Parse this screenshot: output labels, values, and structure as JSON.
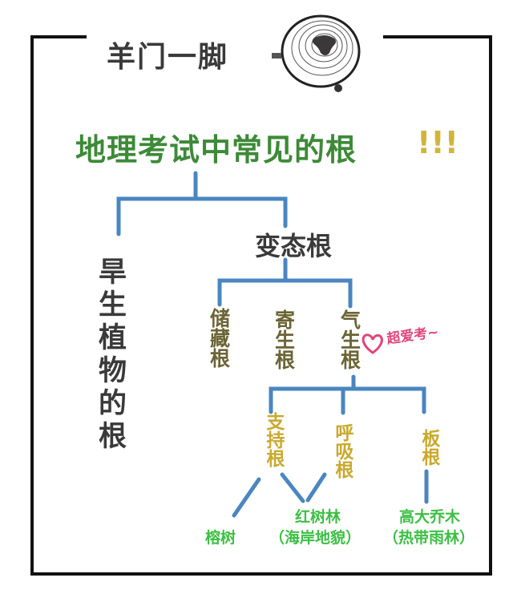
{
  "brand": {
    "name": "羊门一脚",
    "logo_icon": "sheep-tree-ring-logo"
  },
  "title": {
    "text": "地理考试中常见的根",
    "emphasis": "!!!"
  },
  "colors": {
    "lines": "#4a86c0",
    "title": "#3d8a38",
    "level2": "#6b6436",
    "level3": "#c9a92e",
    "leaf": "#3cbf44",
    "note": "#e0457a"
  },
  "tree": {
    "xerophyte": "旱生植物的根",
    "modified": "变态根",
    "storage": "储藏根",
    "parasitic": "寄生根",
    "aerial": "气生根",
    "note": "超爱考~",
    "prop": "支持根",
    "breathing": "呼吸根",
    "buttress": "板根",
    "banyan": "榕树",
    "mangrove": "红树林",
    "mangrove_note": "（海岸地貌）",
    "tall_trees": "高大乔木",
    "tall_trees_note": "（热带雨林）"
  }
}
